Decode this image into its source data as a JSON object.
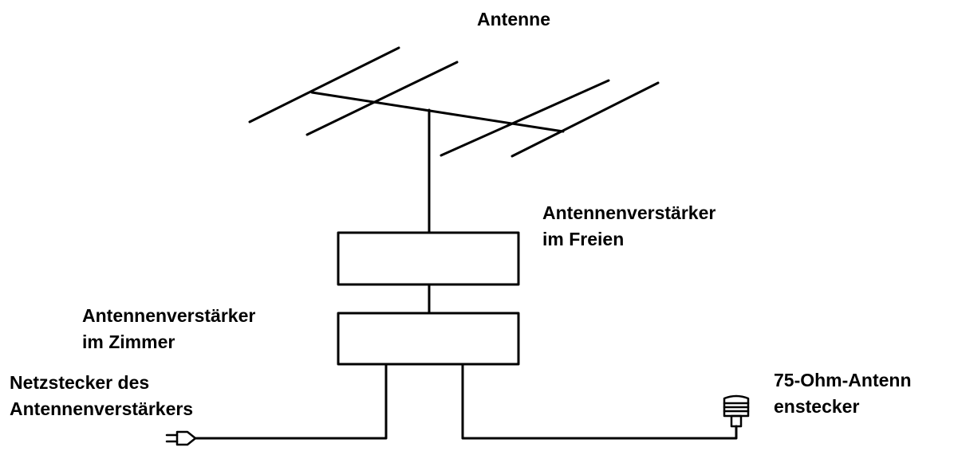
{
  "labels": {
    "antenna": "Antenne",
    "outdoor_amp_line1": "Antennenverstärker",
    "outdoor_amp_line2": "im Freien",
    "indoor_amp_line1": "Antennenverstärker",
    "indoor_amp_line2": "im Zimmer",
    "mains_plug_line1": "Netzstecker des",
    "mains_plug_line2": "Antennenverstärkers",
    "coax_plug_line1": "75-Ohm-Antenn",
    "coax_plug_line2": "enstecker"
  },
  "colors": {
    "stroke": "#000000",
    "background": "#ffffff"
  }
}
